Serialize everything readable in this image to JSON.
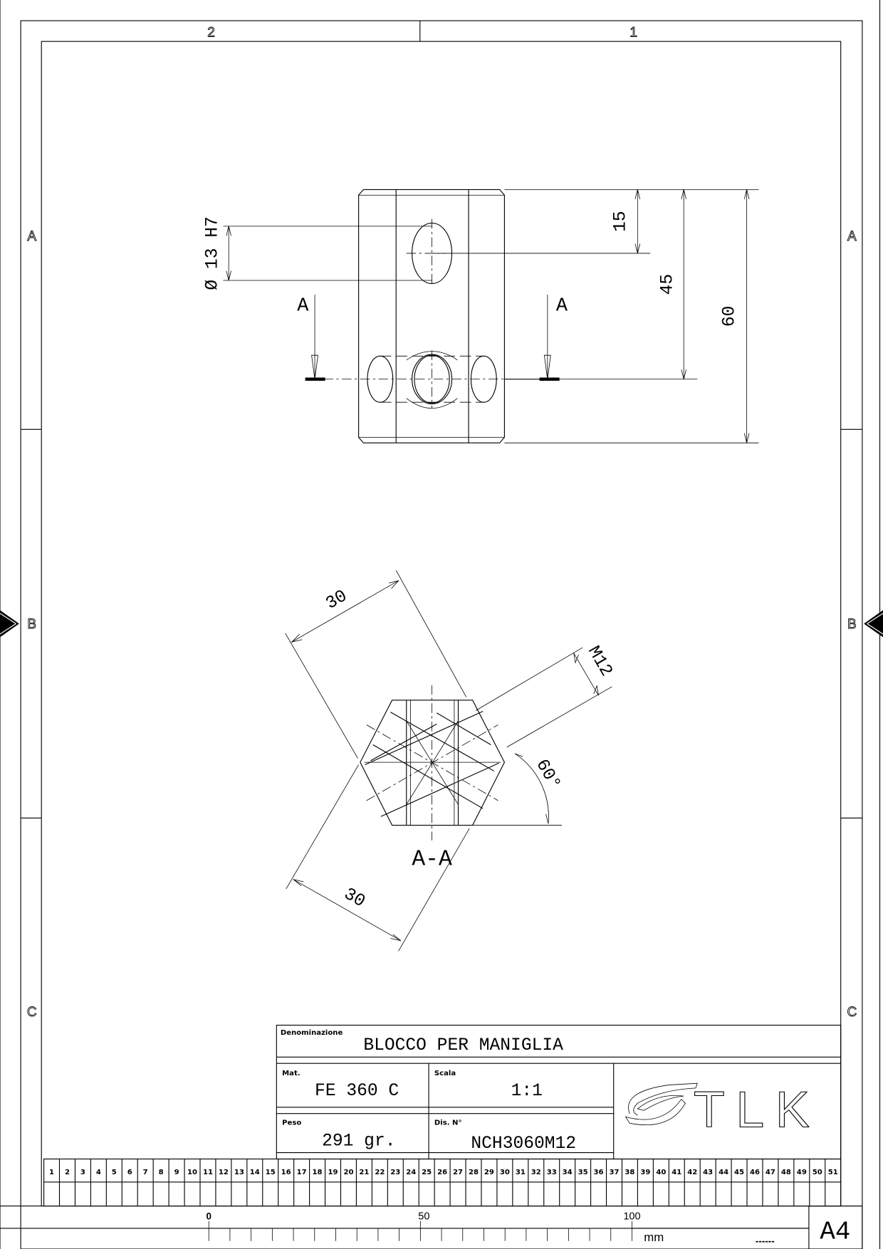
{
  "frame": {
    "columns": [
      "2",
      "1"
    ],
    "rows": [
      "A",
      "B",
      "C"
    ],
    "sheet_size": "A4"
  },
  "top_view": {
    "hole_dim": "Ø 13 H7",
    "dim_15": "15",
    "dim_45": "45",
    "dim_60": "60",
    "section_left": "A",
    "section_right": "A"
  },
  "section_view": {
    "dim_30_top": "30",
    "dim_30_bottom": "30",
    "thread": "M12",
    "angle": "60°",
    "title": "A-A"
  },
  "title_block": {
    "denominazione_label": "Denominazione",
    "denominazione": "BLOCCO PER MANIGLIA",
    "mat_label": "Mat.",
    "mat": "FE 360 C",
    "scala_label": "Scala",
    "scala": "1:1",
    "peso_label": "Peso",
    "peso": "291 gr.",
    "dis_label": "Dis. N°",
    "dis": "NCH3060M12",
    "logo": "TLK"
  },
  "grid_numbers": [
    "1",
    "2",
    "3",
    "4",
    "5",
    "6",
    "7",
    "8",
    "9",
    "10",
    "11",
    "12",
    "13",
    "14",
    "15",
    "16",
    "17",
    "18",
    "19",
    "20",
    "21",
    "22",
    "23",
    "24",
    "25",
    "26",
    "27",
    "28",
    "29",
    "30",
    "31",
    "32",
    "33",
    "34",
    "35",
    "36",
    "37",
    "38",
    "39",
    "40",
    "41",
    "42",
    "43",
    "44",
    "45",
    "46",
    "47",
    "48",
    "49",
    "50",
    "51"
  ],
  "ruler": {
    "labels": [
      "0",
      "50",
      "100"
    ],
    "unit": "mm",
    "placeholder": "------",
    "range_mm": [
      0,
      100
    ],
    "tick_step_mm": 5
  }
}
